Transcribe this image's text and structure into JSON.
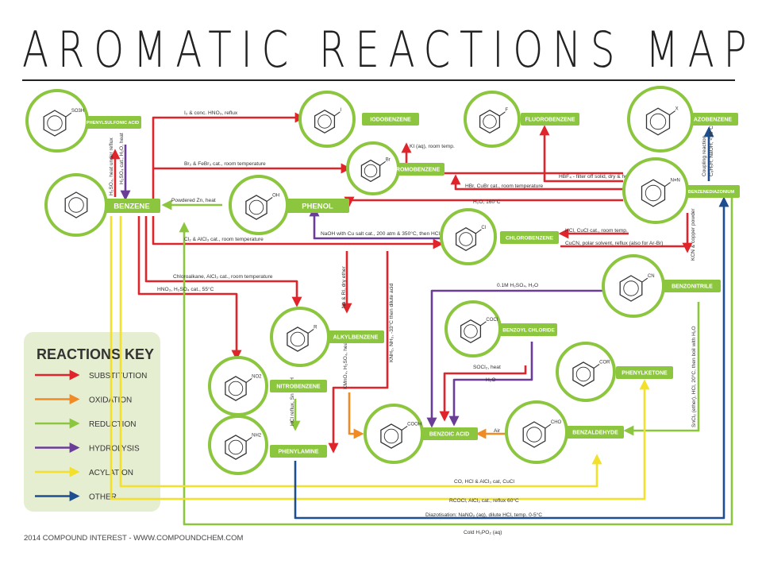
{
  "title": "AROMATIC REACTIONS MAP",
  "footer": "2014 COMPOUND INTEREST - WWW.COMPOUNDCHEM.COM",
  "colors": {
    "node_green": "#8cc63f",
    "key_bg": "#e6eed2",
    "substitution": "#e0242b",
    "oxidation": "#f08a24",
    "reduction": "#8cc63f",
    "hydrolysis": "#6a3d97",
    "acylation": "#f2e02a",
    "other": "#1d4e8f"
  },
  "compounds": {
    "phenylsulfonic": {
      "label": "PHENYLSULFONIC ACID",
      "substituent": "SO3H"
    },
    "benzene": {
      "label": "BENZENE",
      "substituent": ""
    },
    "iodobenzene": {
      "label": "IODOBENZENE",
      "substituent": "I"
    },
    "fluorobenzene": {
      "label": "FLUOROBENZENE",
      "substituent": "F"
    },
    "azobenzene": {
      "label": "AZOBENZENE",
      "substituent": "X"
    },
    "bromobenzene": {
      "label": "BROMOBENZENE",
      "substituent": "Br"
    },
    "phenol": {
      "label": "PHENOL",
      "substituent": "OH"
    },
    "benzenediazonium": {
      "label": "BENZENEDIAZONIUM",
      "substituent": "N≡N"
    },
    "chlorobenzene": {
      "label": "CHLOROBENZENE",
      "substituent": "Cl"
    },
    "benzonitrile": {
      "label": "BENZONITRILE",
      "substituent": "CN"
    },
    "alkylbenzene": {
      "label": "ALKYLBENZENE",
      "substituent": "R"
    },
    "benzoylchloride": {
      "label": "BENZOYL CHLORIDE",
      "substituent": "COCl"
    },
    "nitrobenzene": {
      "label": "NITROBENZENE",
      "substituent": "NO2"
    },
    "phenylketone": {
      "label": "PHENYLKETONE",
      "substituent": "COR"
    },
    "phenylamine": {
      "label": "PHENYLAMINE",
      "substituent": "NH2"
    },
    "benzoicacid": {
      "label": "BENZOIC ACID",
      "substituent": "COOH"
    },
    "benzaldehyde": {
      "label": "BENZALDEHYDE",
      "substituent": "CHO"
    }
  },
  "conditions": {
    "iodo": "I₂ & conc. HNO₃, reflux",
    "bromo": "Br₂ & FeBr₃ cat., room temperature",
    "zn": "Powdered Zn, heat",
    "chloro": "Cl₂ & AlCl₃ cat., room temperature",
    "alkyl": "Chloroalkane, AlCl₃ cat., room temperature",
    "nitro": "HNO₃, H₂SO₄ cat., 55°C",
    "sulf_fwd": "H₂SO₄, heat under reflux",
    "sulf_rev": "H₂SO₄ cat., H₂O, heat",
    "ki": "KI (aq), room temp.",
    "hbf4": "HBF₄ - filter off solid, dry & heat",
    "hbr": "HBr, CuBr cat., room temperature",
    "h2o": "H₂O, 160°C",
    "hcl": "HCl, CuCl cat., room temp.",
    "cucn": "CuCN, polar solvent, reflux (also for Ar-Br)",
    "naoh": "NaOH with Cu salt cat., 200 atm & 350°C, then HCl",
    "coupling": "Coupling reaction",
    "coupling2": "C₆H₅R, NaOH, <10°C",
    "kcn": "KCN & copper powder",
    "h2so4_h2o": "0.1M H₂SO₄, H₂O",
    "na_ri": "Na & RI, dry ether",
    "knh2": "KNH₂, NH₃, -33°C then dilute acid",
    "kmno4": "KMnO₄, H₂SO₄, heat",
    "socl2": "SOCl₂, heat",
    "h2o_short": "H₂O",
    "snhcl": "HCl reflux, Sn NaOH",
    "air": "Air",
    "sncl2": "SnCl₂ (ether), HCl, 20°C, then boil with H₂O",
    "co": "CO, HCl & AlCl₃ cat, CuCl",
    "rcocl": "RCOCl, AlCl₃ cat., reflux 60°C",
    "diazo": "Diazotisation: NaNO₂ (aq), dilute HCl, temp. 0-5°C",
    "h3po2": "Cold H₃PO₂ (aq)"
  },
  "key": {
    "title": "REACTIONS KEY",
    "items": [
      {
        "label": "SUBSTITUTION",
        "color": "#e0242b"
      },
      {
        "label": "OXIDATION",
        "color": "#f08a24"
      },
      {
        "label": "REDUCTION",
        "color": "#8cc63f"
      },
      {
        "label": "HYDROLYSIS",
        "color": "#6a3d97"
      },
      {
        "label": "ACYLATION",
        "color": "#f2e02a"
      },
      {
        "label": "OTHER",
        "color": "#1d4e8f"
      }
    ]
  }
}
